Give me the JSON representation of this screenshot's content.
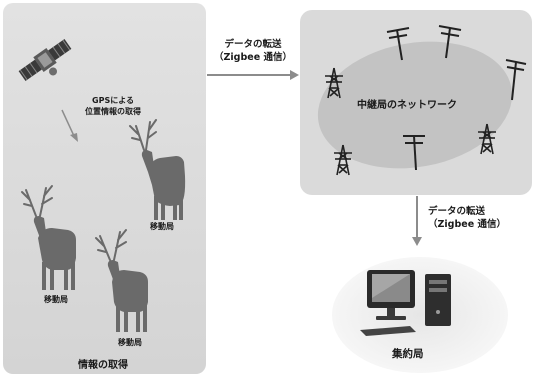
{
  "left_panel": {
    "gps_line1": "GPSによる",
    "gps_line2": "位置情報の取得",
    "deer_label_1": "移動局",
    "deer_label_2": "移動局",
    "deer_label_3": "移動局",
    "title": "情報の取得"
  },
  "top_arrow": {
    "line1": "データの転送",
    "line2": "（Zigbee 通信）"
  },
  "network_panel": {
    "title": "中継局のネットワーク"
  },
  "down_arrow": {
    "line1": "データの転送",
    "line2": "（Zigbee 通信）"
  },
  "collector": {
    "label": "集約局"
  },
  "colors": {
    "panel": "#d9d9d9",
    "ellipse": "#c4c4c4",
    "deer": "#6a6a6a",
    "arrow": "#8c8c8c"
  }
}
